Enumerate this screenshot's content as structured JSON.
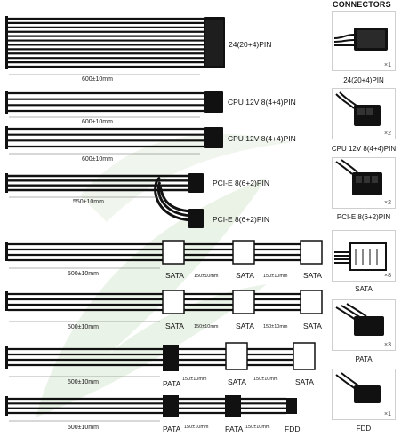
{
  "header": "CONNECTORS",
  "cables": {
    "atx": {
      "label": "24(20+4)PIN",
      "length": "600±10mm"
    },
    "cpu1": {
      "label": "CPU 12V 8(4+4)PIN",
      "length": "600±10mm"
    },
    "cpu2": {
      "label": "CPU 12V 8(4+4)PIN",
      "length": "600±10mm"
    },
    "pcie": {
      "label1": "PCI-E 8(6+2)PIN",
      "label2": "PCI-E 8(6+2)PIN",
      "length": "550±10mm"
    },
    "sata1": {
      "length": "500±10mm",
      "seg1": "150±10mm",
      "seg2": "150±10mm",
      "c1": "SATA",
      "c2": "SATA",
      "c3": "SATA"
    },
    "sata2": {
      "length": "500±10mm",
      "seg1": "150±10mm",
      "seg2": "150±10mm",
      "c1": "SATA",
      "c2": "SATA",
      "c3": "SATA"
    },
    "mixed": {
      "length": "500±10mm",
      "seg1": "150±10mm",
      "seg2": "150±10mm",
      "c1": "PATA",
      "c2": "SATA",
      "c3": "SATA"
    },
    "pata": {
      "length": "500±10mm",
      "seg1": "150±10mm",
      "seg2": "150±10mm",
      "c1": "PATA",
      "c2": "PATA",
      "c3": "FDD"
    }
  },
  "connectors": [
    {
      "name": "24(20+4)PIN",
      "qty": "×1",
      "icon": "atx-24pin-icon"
    },
    {
      "name": "CPU 12V 8(4+4)PIN",
      "qty": "×2",
      "icon": "cpu-8pin-icon"
    },
    {
      "name": "PCI-E 8(6+2)PIN",
      "qty": "×2",
      "icon": "pcie-8pin-icon"
    },
    {
      "name": "SATA",
      "qty": "×8",
      "icon": "sata-icon"
    },
    {
      "name": "PATA",
      "qty": "×3",
      "icon": "pata-molex-icon"
    },
    {
      "name": "FDD",
      "qty": "×1",
      "icon": "fdd-icon"
    }
  ],
  "colors": {
    "cable": "#111111",
    "watermark": "#d9ead3",
    "border": "#cfcfcf"
  }
}
